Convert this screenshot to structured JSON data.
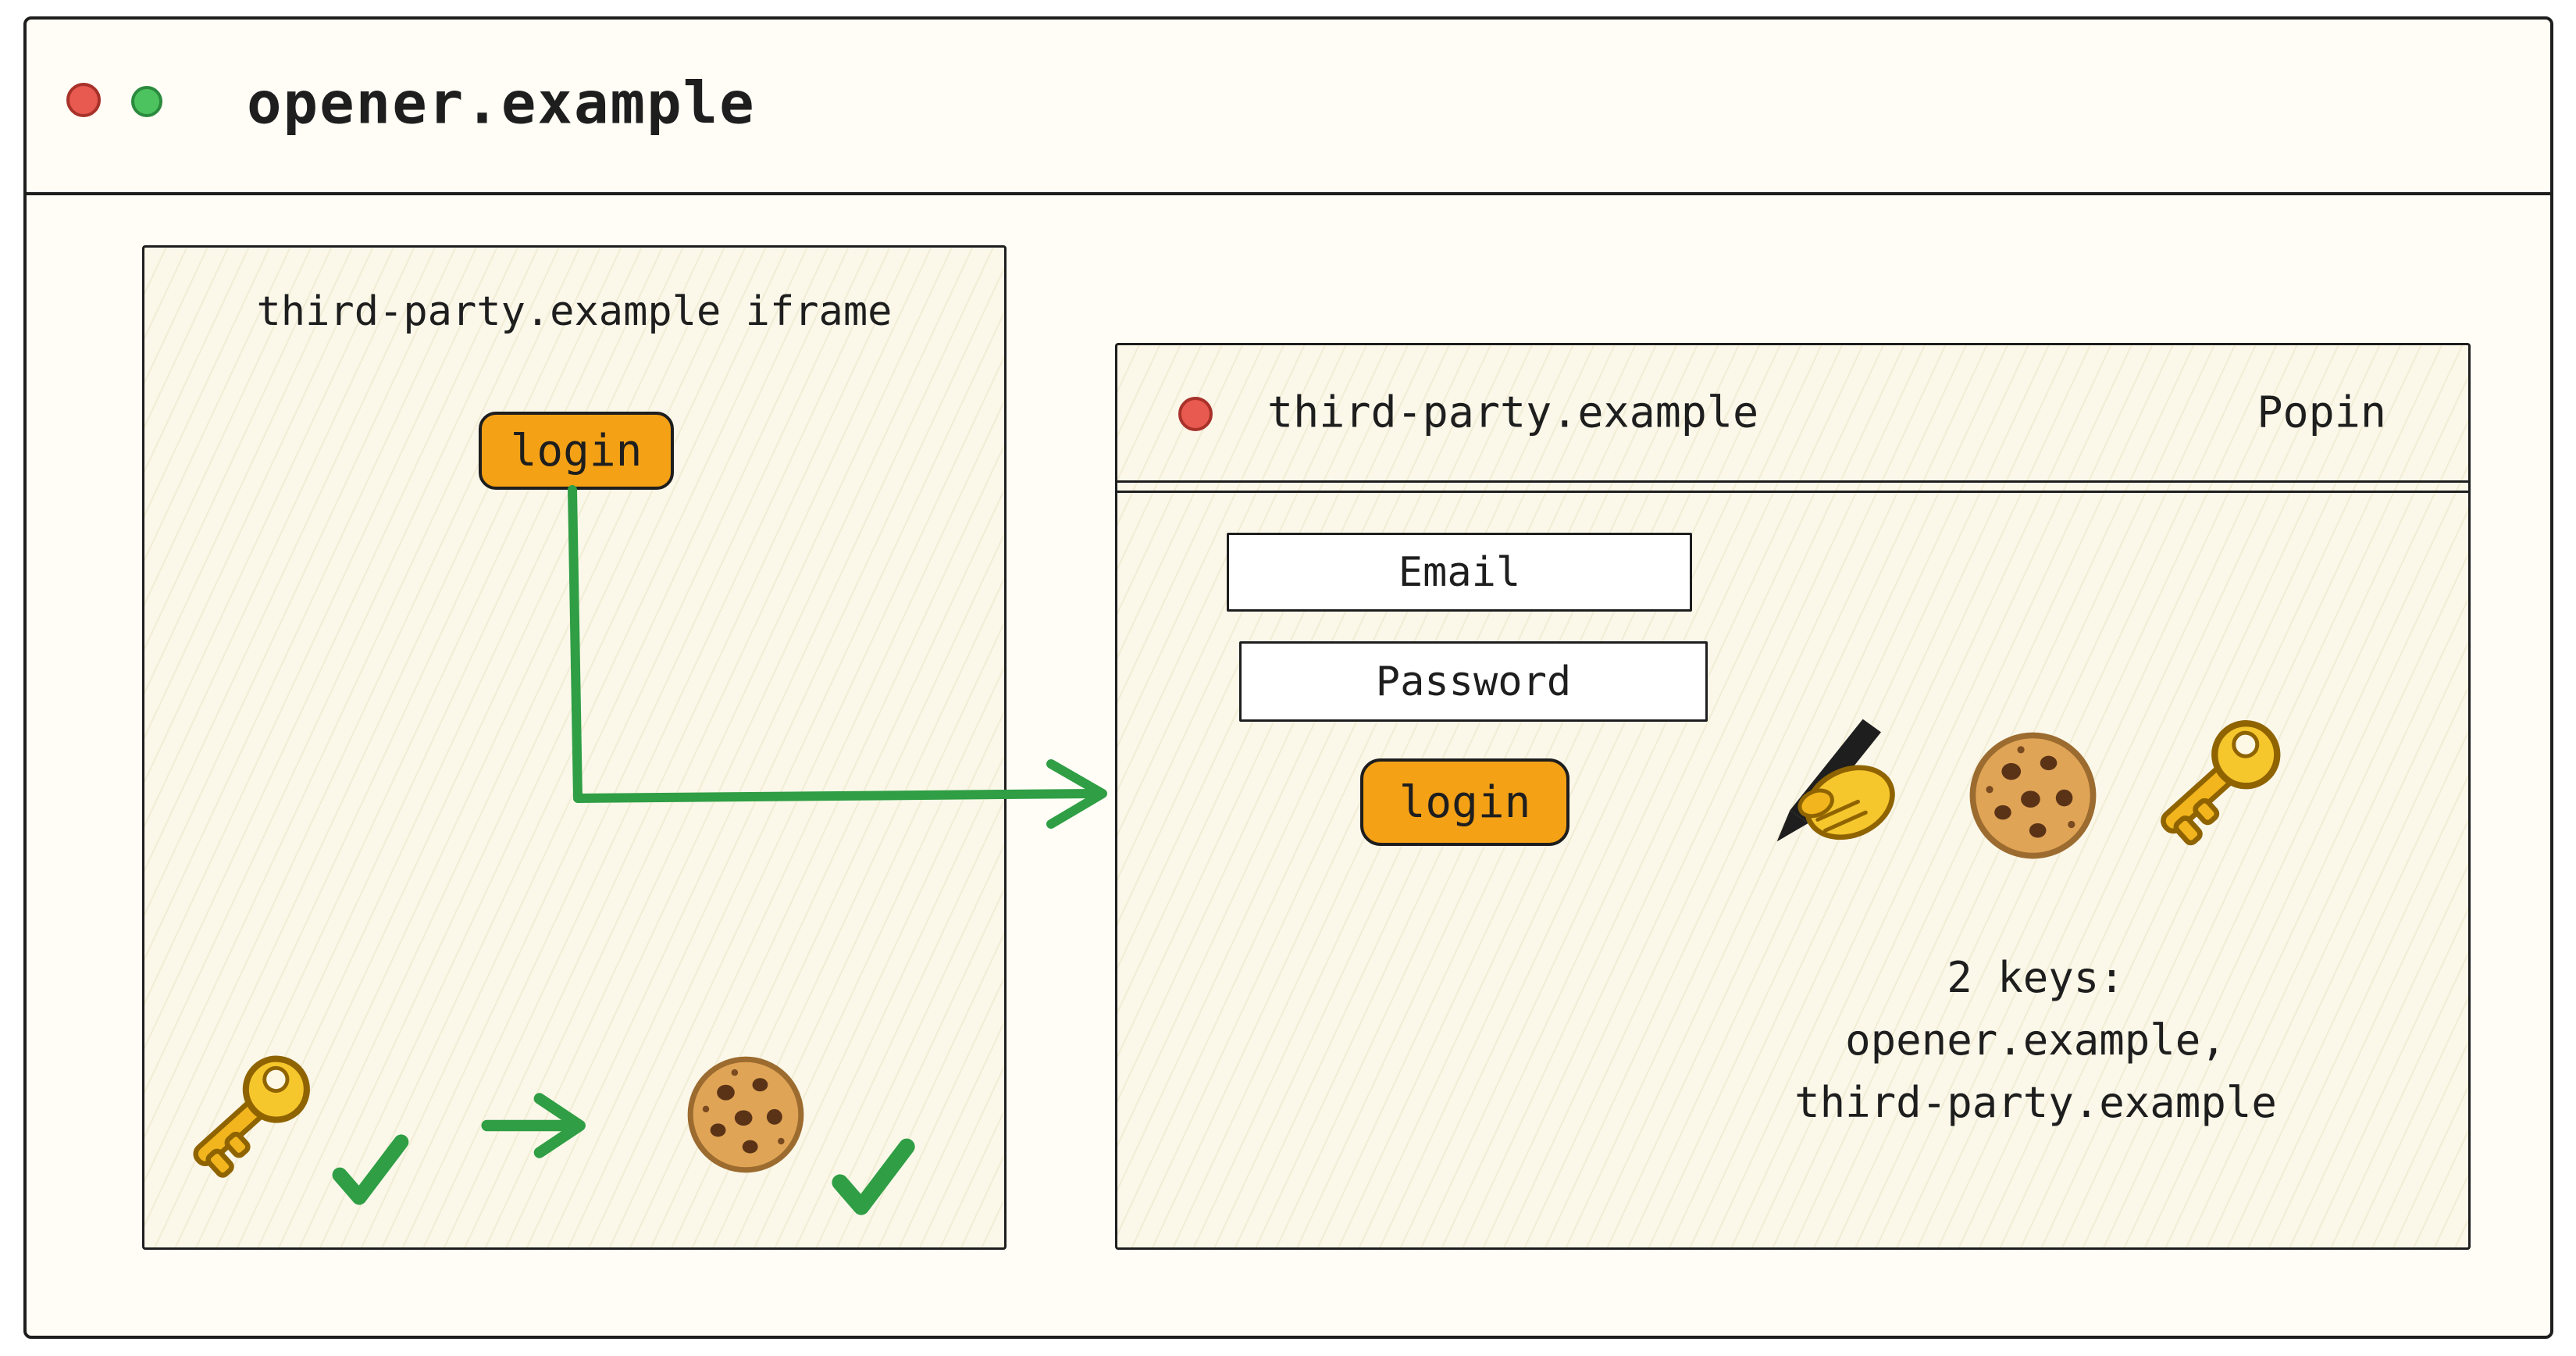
{
  "browser": {
    "title": "opener.example"
  },
  "iframe": {
    "label": "third-party.example iframe",
    "login_button": "login"
  },
  "popin": {
    "window_title": "third-party.example",
    "window_label": "Popin",
    "email_field": "Email",
    "password_field": "Password",
    "login_button": "login",
    "note": {
      "line1": "2 keys:",
      "line2": "opener.example,",
      "line3": "third-party.example"
    }
  },
  "icons": {
    "iframe_bottom_row": [
      "key-icon",
      "checkmark-icon",
      "arrow-right-icon",
      "cookie-icon",
      "checkmark-icon"
    ],
    "popin_row": [
      "writing-hand-icon",
      "cookie-icon",
      "key-icon"
    ],
    "flow": "login-to-popin-arrow"
  },
  "colors": {
    "ink": "#1e1e1e",
    "accent_orange": "#f4a116",
    "accent_green": "#2f9e44",
    "red_dot": "#e8594f",
    "green_dot": "#4cc35e",
    "paper": "#fbf8ea"
  }
}
